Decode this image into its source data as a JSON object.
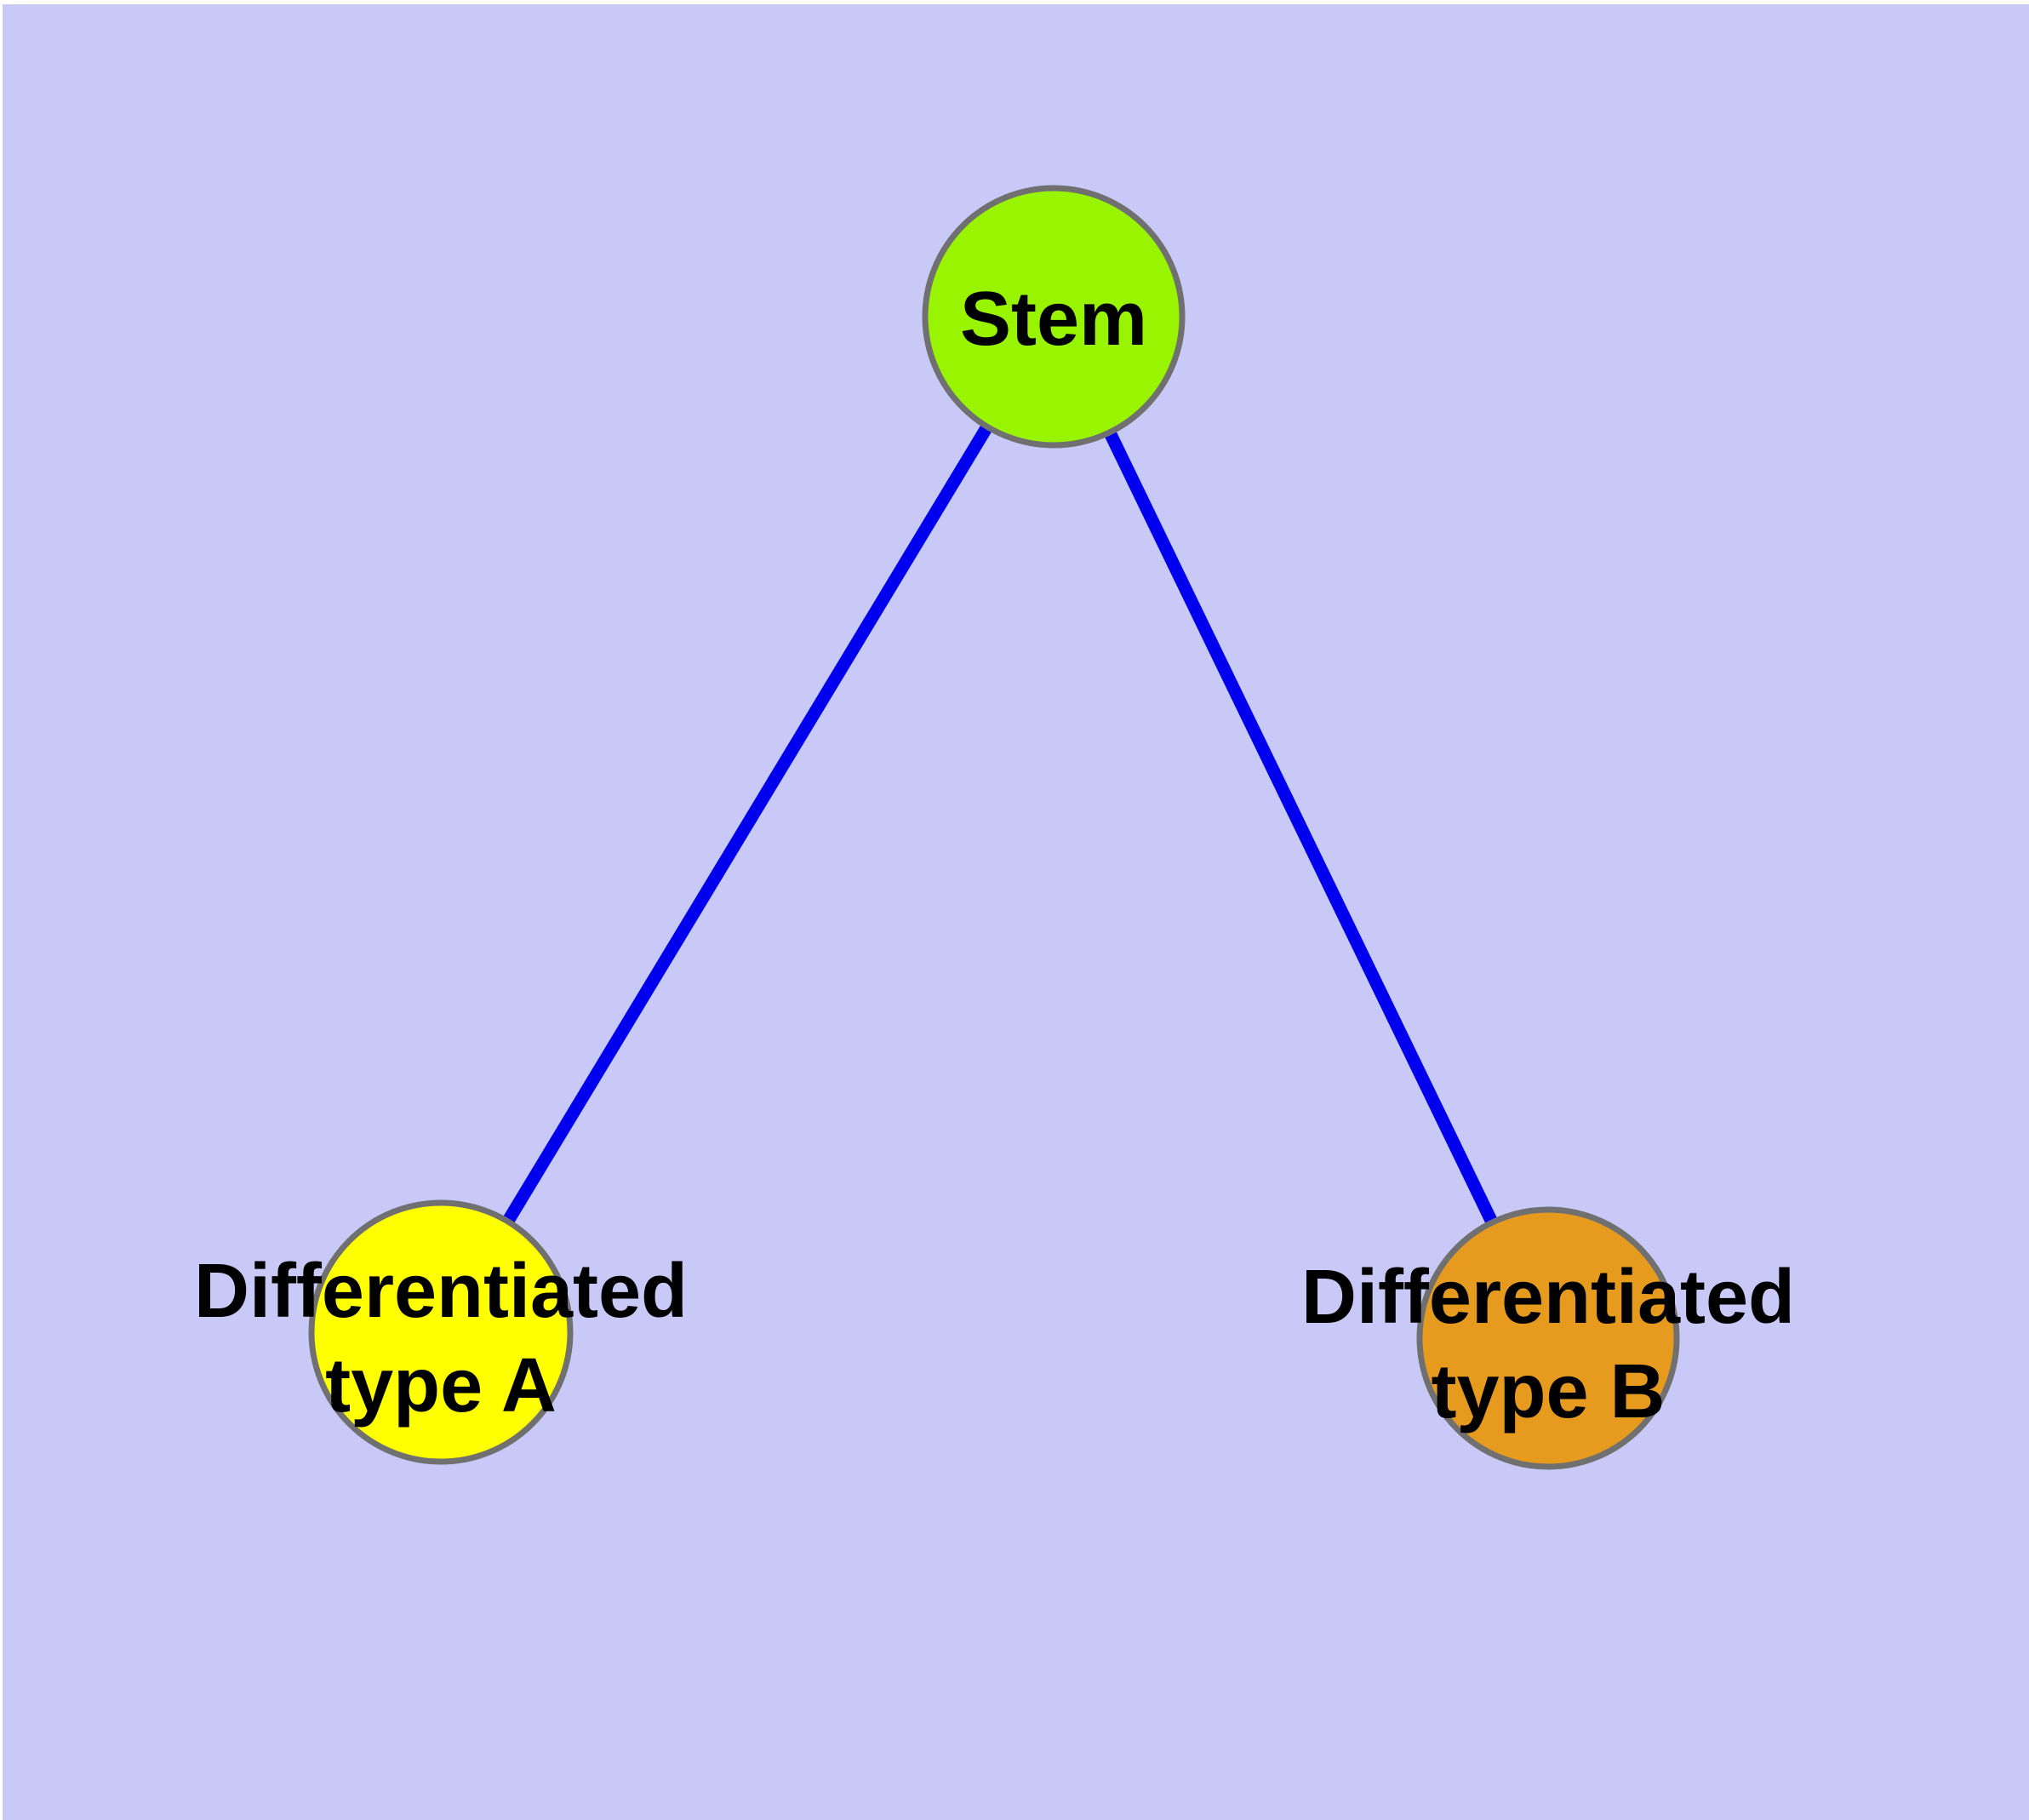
{
  "diagram": {
    "kind": "node-link-graph",
    "background_color": "#C9C9F7",
    "margin_color": "#FFFFFF",
    "edge_color": "#0000EE",
    "node_border_color": "#707070",
    "text_color": "#000000",
    "nodes": [
      {
        "id": "stem",
        "label": "Stem",
        "lines": [
          "Stem"
        ],
        "fill": "#99F402"
      },
      {
        "id": "differentiated-type-a",
        "label": "Differentiated type A",
        "lines": [
          "Differentiated",
          "type A"
        ],
        "fill": "#FFFF00"
      },
      {
        "id": "differentiated-type-b",
        "label": "Differentiated type B",
        "lines": [
          "Differentiated",
          "type B"
        ],
        "fill": "#E69B1E"
      }
    ],
    "edges": [
      {
        "from": "Stem",
        "to": "Differentiated type A"
      },
      {
        "from": "Stem",
        "to": "Differentiated type B"
      }
    ]
  }
}
